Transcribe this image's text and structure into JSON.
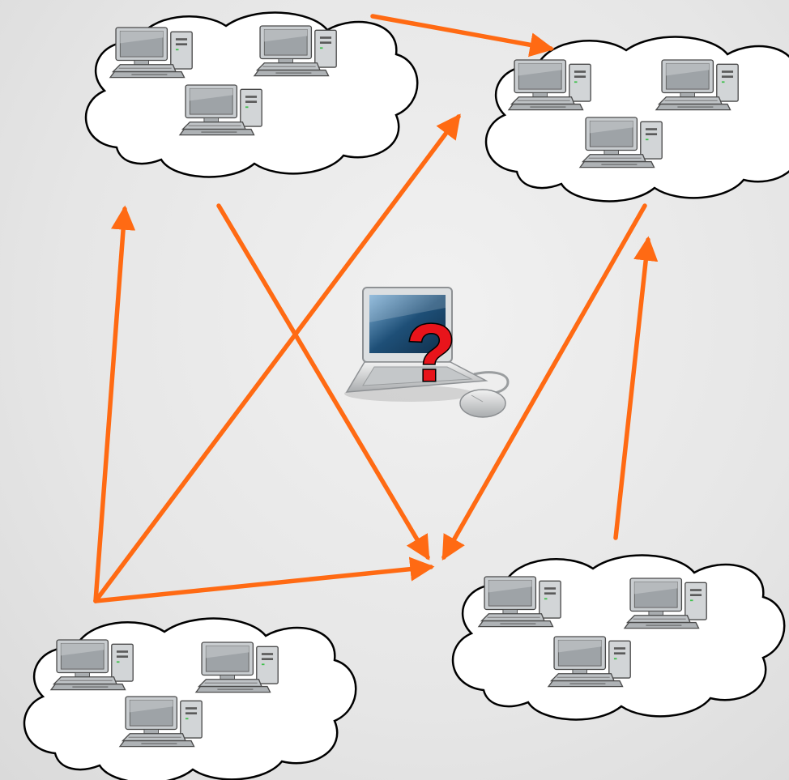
{
  "colors": {
    "arrow": "#ff6a13",
    "cloud_fill": "#ffffff",
    "cloud_stroke": "#000000",
    "question_mark": "#e8141b",
    "monitor_screen": "#1e4f77",
    "pc_body": "#b8bcbf"
  },
  "icons": {
    "cloud": "network-cloud",
    "pc": "desktop-computer-icon",
    "unknown": "laptop-question-icon"
  },
  "diagram": {
    "question_glyph": "?",
    "clusters": [
      {
        "id": "cluster-top-left",
        "computers": 3
      },
      {
        "id": "cluster-top-right",
        "computers": 3
      },
      {
        "id": "cluster-bottom-left",
        "computers": 3
      },
      {
        "id": "cluster-bottom-right",
        "computers": 3
      }
    ],
    "connections": [
      {
        "from": "cluster-top-left",
        "to": "cluster-top-right"
      },
      {
        "from": "cluster-bottom-left",
        "to": "cluster-top-left"
      },
      {
        "from": "cluster-bottom-left",
        "to": "cluster-top-right"
      },
      {
        "from": "cluster-bottom-left",
        "to": "cluster-bottom-right"
      },
      {
        "from": "cluster-top-left",
        "to": "cluster-bottom-right"
      },
      {
        "from": "cluster-top-right",
        "to": "cluster-bottom-right"
      },
      {
        "from": "cluster-bottom-right",
        "to": "cluster-top-right"
      }
    ]
  }
}
